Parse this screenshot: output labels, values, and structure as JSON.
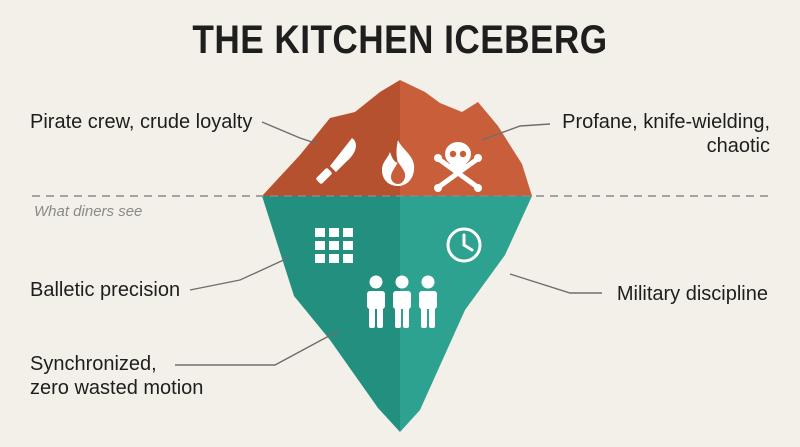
{
  "title": "THE KITCHEN ICEBERG",
  "waterline_label": "What diners see",
  "above": {
    "left_label": "Pirate crew, crude loyalty",
    "right_label_line1": "Profane, knife-wielding,",
    "right_label_line2": "chaotic",
    "icons": [
      "knife-icon",
      "flame-icon",
      "skull-crossbones-icon"
    ]
  },
  "below": {
    "left_label_1": "Balletic precision",
    "left_label_2_line1": "Synchronized,",
    "left_label_2_line2": "zero wasted motion",
    "right_label": "Military discipline",
    "icons": [
      "grid-icon",
      "clock-icon",
      "three-people-icon"
    ]
  },
  "colors": {
    "background": "#f2f0e9",
    "tip_dark": "#b5512f",
    "tip_light": "#c95f3a",
    "base_dark": "#23907f",
    "base_light": "#2ea290",
    "leader": "#6e6e6a",
    "waterline": "#8a8a86"
  }
}
